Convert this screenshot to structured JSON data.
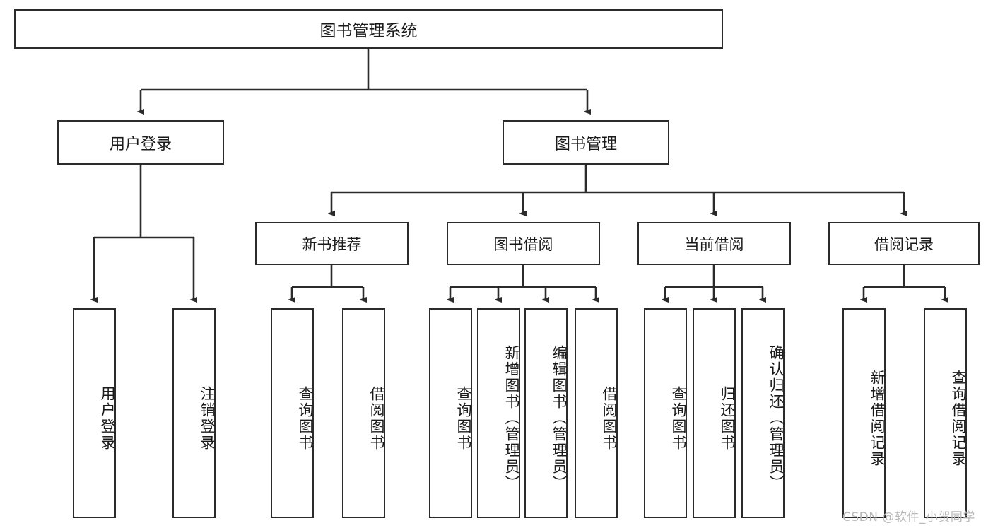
{
  "diagram": {
    "type": "tree-hierarchy-chart",
    "title": "图书管理系统",
    "watermark": "CSDN @软件_小贺同学",
    "colors": {
      "box_border": "#2b2b2b",
      "box_fill": "#ffffff",
      "edge": "#2b2b2b",
      "text": "#1a1a1a",
      "watermark": "#b9b9b9",
      "background": "#ffffff"
    },
    "root": {
      "label": "图书管理系统"
    },
    "level1": [
      {
        "label": "用户登录"
      },
      {
        "label": "图书管理"
      }
    ],
    "level2": [
      {
        "label": "新书推荐"
      },
      {
        "label": "图书借阅"
      },
      {
        "label": "当前借阅"
      },
      {
        "label": "借阅记录"
      }
    ],
    "leaves": {
      "user_login": [
        {
          "label": "用户登录"
        },
        {
          "label": "注销登录"
        }
      ],
      "new_book_recommend": [
        {
          "label": "查询图书"
        },
        {
          "label": "借阅图书"
        }
      ],
      "book_borrow": [
        {
          "label": "查询图书"
        },
        {
          "label": "新增图书（管理员）"
        },
        {
          "label": "编辑图书（管理员）"
        },
        {
          "label": "借阅图书"
        }
      ],
      "current_borrow": [
        {
          "label": "查询图书"
        },
        {
          "label": "归还图书"
        },
        {
          "label": "确认归还（管理员）"
        }
      ],
      "borrow_records": [
        {
          "label": "新增借阅记录"
        },
        {
          "label": "查询借阅记录"
        }
      ]
    }
  }
}
